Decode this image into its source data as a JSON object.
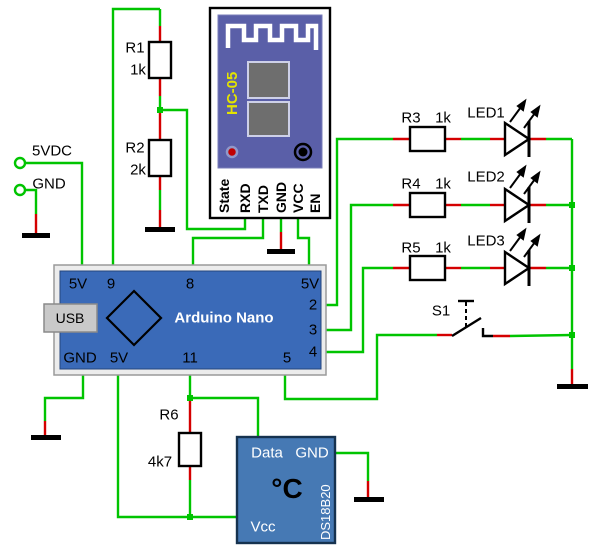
{
  "connector": {
    "v5_label": "5VDC",
    "gnd_label": "GND"
  },
  "resistors": [
    {
      "name": "R1",
      "value": "1k"
    },
    {
      "name": "R2",
      "value": "2k"
    },
    {
      "name": "R3",
      "value": "1k"
    },
    {
      "name": "R4",
      "value": "1k"
    },
    {
      "name": "R5",
      "value": "1k"
    },
    {
      "name": "R6",
      "value": "4k7"
    }
  ],
  "leds": [
    {
      "name": "LED1"
    },
    {
      "name": "LED2"
    },
    {
      "name": "LED3"
    }
  ],
  "switch": {
    "name": "S1"
  },
  "hc05": {
    "title": "HC-05",
    "pins": [
      {
        "label": "State"
      },
      {
        "label": "RXD"
      },
      {
        "label": "TXD"
      },
      {
        "label": "GND"
      },
      {
        "label": "VCC"
      },
      {
        "label": "EN"
      }
    ]
  },
  "arduino": {
    "title": "Arduino Nano",
    "usb": "USB",
    "pins_top": [
      {
        "label": "5V"
      },
      {
        "label": "9"
      },
      {
        "label": "8"
      },
      {
        "label": "5V"
      }
    ],
    "pins_right": [
      {
        "label": "2"
      },
      {
        "label": "3"
      },
      {
        "label": "4"
      }
    ],
    "pins_bottom": [
      {
        "label": "GND"
      },
      {
        "label": "5V"
      },
      {
        "label": "11"
      },
      {
        "label": "5"
      }
    ]
  },
  "sensor": {
    "title": "DS18B20",
    "data_pin": "Data",
    "gnd_pin": "GND",
    "vcc_pin": "Vcc",
    "display": "°C"
  },
  "colors": {
    "wire_green": "#00c400",
    "lead_red": "#d40000",
    "arduino_blue": "#3a6ab8",
    "sensor_blue": "#4679b4",
    "hc05_purple": "#5a5fa8",
    "hc05_label_yellow": "#e3e300"
  }
}
